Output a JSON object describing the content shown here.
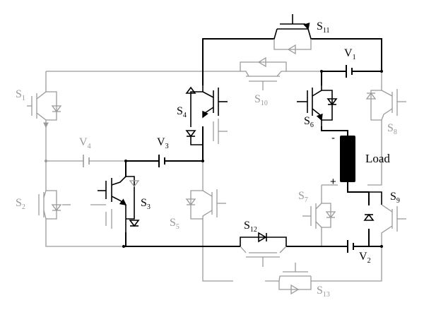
{
  "switches": {
    "s1": {
      "name": "S",
      "sub": "1"
    },
    "s2": {
      "name": "S",
      "sub": "2"
    },
    "s3": {
      "name": "S",
      "sub": "3"
    },
    "s4": {
      "name": "S",
      "sub": "4"
    },
    "s5": {
      "name": "S",
      "sub": "5"
    },
    "s6": {
      "name": "S",
      "sub": "6"
    },
    "s7": {
      "name": "S",
      "sub": "7"
    },
    "s8": {
      "name": "S",
      "sub": "8"
    },
    "s9": {
      "name": "S",
      "sub": "9"
    },
    "s10": {
      "name": "S",
      "sub": "10"
    },
    "s11": {
      "name": "S",
      "sub": "11"
    },
    "s12": {
      "name": "S",
      "sub": "12"
    },
    "s13": {
      "name": "S",
      "sub": "13"
    }
  },
  "sources": {
    "v1": {
      "name": "V",
      "sub": "1"
    },
    "v2": {
      "name": "V",
      "sub": "2"
    },
    "v3": {
      "name": "V",
      "sub": "3"
    },
    "v4": {
      "name": "V",
      "sub": "4"
    }
  },
  "load": {
    "label": "Load",
    "minus": "-",
    "plus": "+"
  },
  "colors": {
    "active": "#000000",
    "inactive": "#9a9a9a"
  }
}
